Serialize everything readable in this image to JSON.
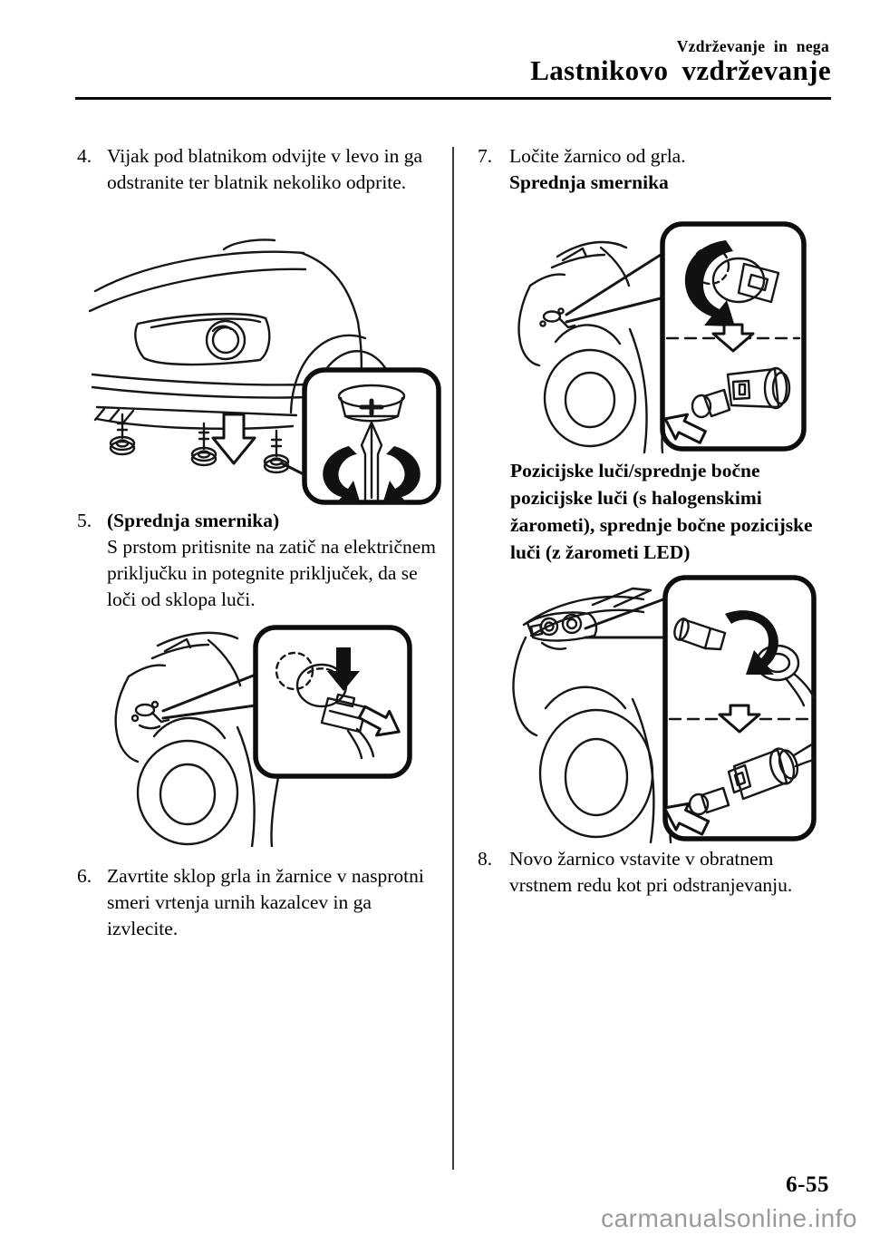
{
  "header": {
    "kicker": "Vzdrževanje in nega",
    "title": "Lastnikovo vzdrževanje"
  },
  "left_column": {
    "item4": {
      "number": "4.",
      "text": "Vijak pod blatnikom odvijte v levo in ga odstranite ter blatnik nekoliko odprite."
    },
    "item5": {
      "number": "5.",
      "heading": "(Sprednja smernika)",
      "text": "S prstom pritisnite na zatič na električnem priključku in potegnite priključek, da se loči od sklopa luči."
    },
    "item6": {
      "number": "6.",
      "text": "Zavrtite sklop grla in žarnice v nasprotni smeri vrtenja urnih kazalcev in ga izvlecite."
    }
  },
  "right_column": {
    "item7": {
      "number": "7.",
      "text": "Ločite žarnico od grla.",
      "subheading": "Sprednja smernika"
    },
    "note": "Pozicijske luči/sprednje bočne pozicijske luči (s halogenskimi žarometi), sprednje bočne pozicijske luči (z žarometi LED)",
    "item8": {
      "number": "8.",
      "text": "Novo žarnico vstavite v obratnem vrstnem redu kot pri odstranjevanju."
    }
  },
  "footer": {
    "page_number": "6-55",
    "watermark": "carmanualsonline.info"
  }
}
